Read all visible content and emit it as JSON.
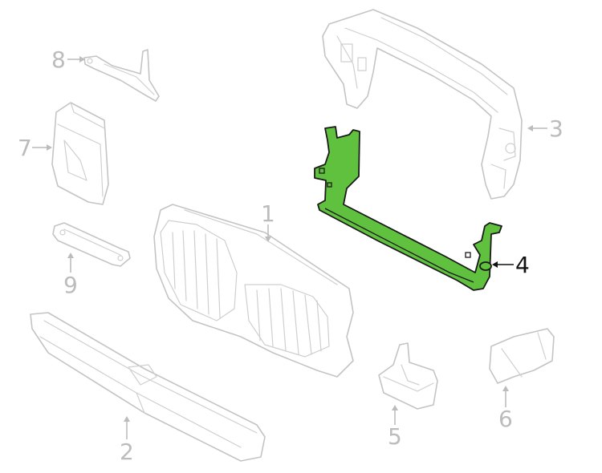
{
  "diagram": {
    "highlight_color": "#5fc13e",
    "muted_color": "#c4c4c4",
    "active_label_color": "#111111",
    "callouts": [
      {
        "id": "1",
        "label": "1",
        "part": "kidney-grille",
        "active": false
      },
      {
        "id": "2",
        "label": "2",
        "part": "bumper-reinforcement",
        "active": false
      },
      {
        "id": "3",
        "label": "3",
        "part": "front-end-carrier",
        "active": false
      },
      {
        "id": "4",
        "label": "4",
        "part": "lower-support-bracket",
        "active": true
      },
      {
        "id": "5",
        "label": "5",
        "part": "mounting-bracket",
        "active": false
      },
      {
        "id": "6",
        "label": "6",
        "part": "air-duct",
        "active": false
      },
      {
        "id": "7",
        "label": "7",
        "part": "control-module",
        "active": false
      },
      {
        "id": "8",
        "label": "8",
        "part": "wire-bracket",
        "active": false
      },
      {
        "id": "9",
        "label": "9",
        "part": "holder-bracket",
        "active": false
      }
    ]
  }
}
